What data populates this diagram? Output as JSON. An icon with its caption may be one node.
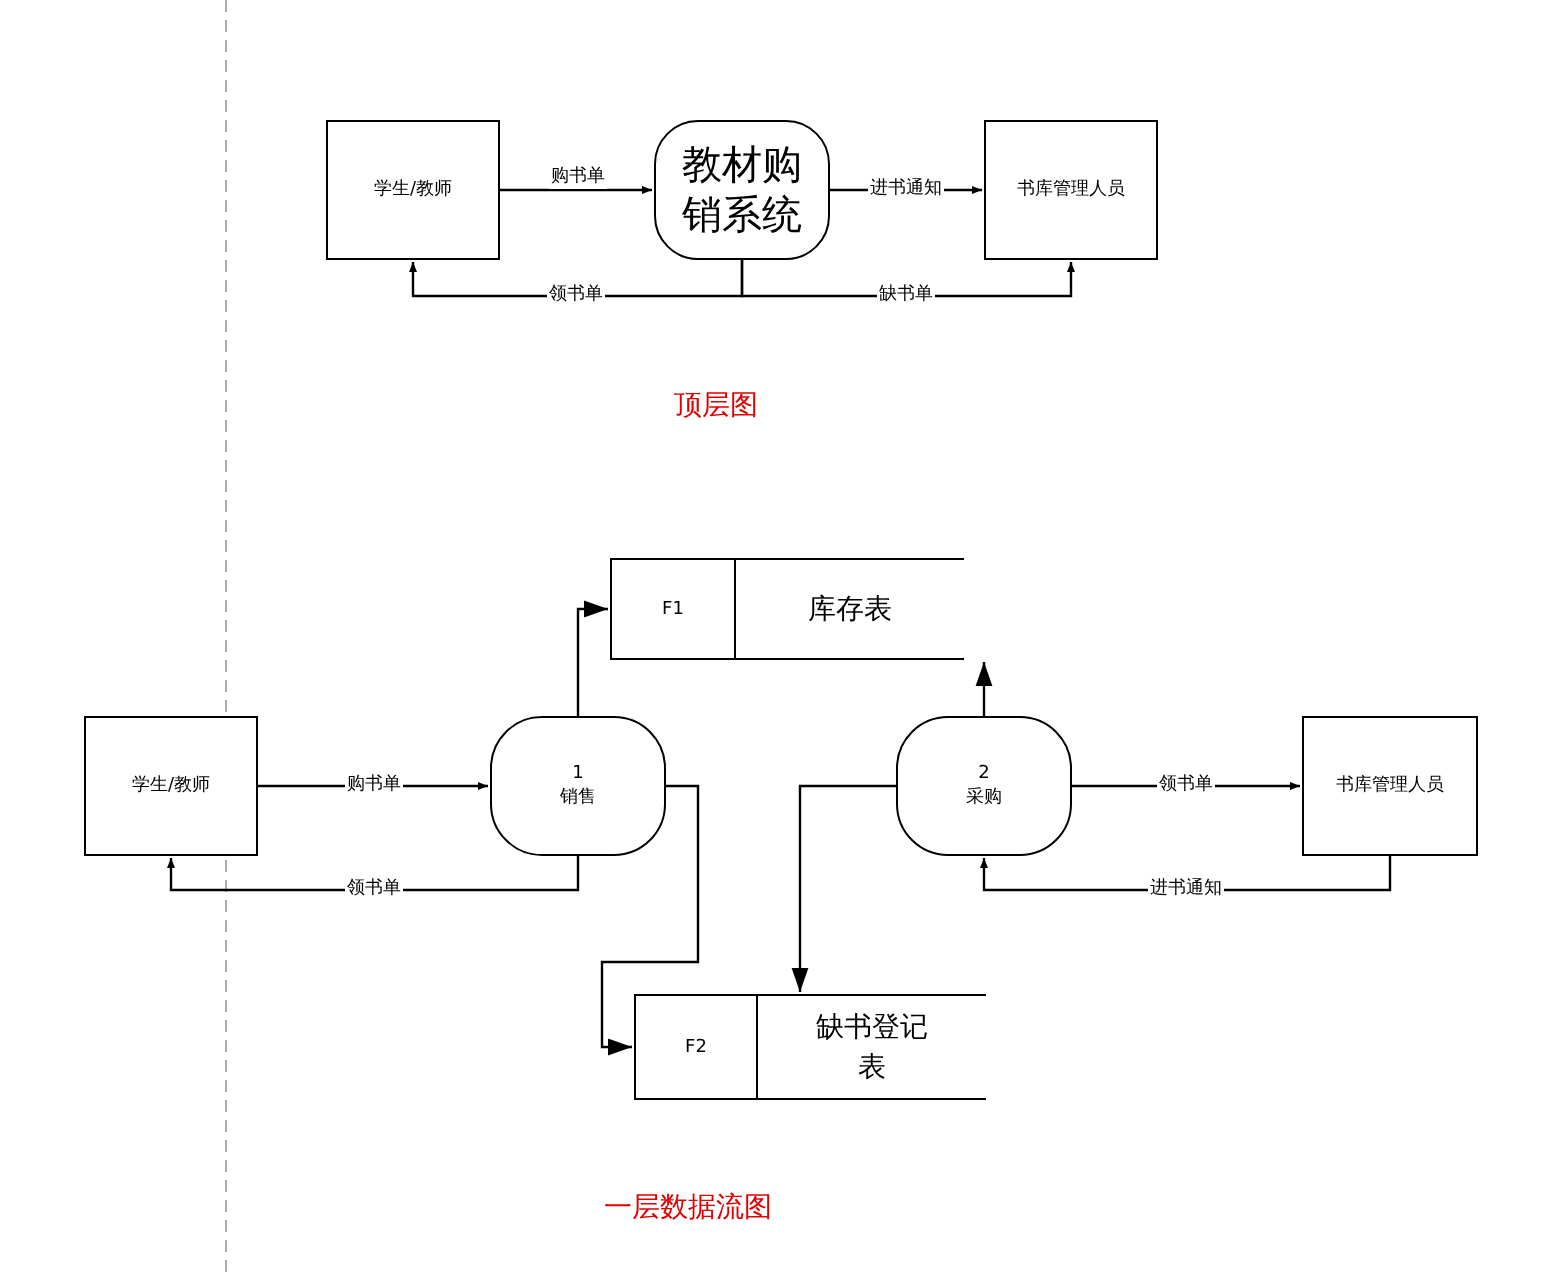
{
  "diagram": {
    "nodes": [
      {
        "text": [
          "学生/教师"
        ]
      },
      {
        "text": [
          "教材购销系统"
        ]
      },
      {
        "text": [
          "书库管理人员"
        ]
      },
      {
        "text": [
          "学生/教师"
        ]
      },
      {
        "text": [
          "1",
          "销售"
        ]
      },
      {
        "text": [
          "F1",
          "库存表"
        ]
      },
      {
        "text": [
          "2",
          "采购"
        ]
      },
      {
        "text": [
          "书库管理人员"
        ]
      },
      {
        "text": [
          "F2",
          "缺书登记表"
        ]
      }
    ],
    "edges": [
      {
        "from": 0,
        "to": 1,
        "arrow": "to",
        "label": "购书单"
      },
      {
        "from": 1,
        "to": 2,
        "arrow": "to",
        "label": "进书通知"
      },
      {
        "from": 1,
        "to": 0,
        "arrow": "to",
        "label": "领书单"
      },
      {
        "from": 1,
        "to": 2,
        "arrow": "to",
        "label": "缺书单"
      },
      {
        "from": 3,
        "to": 4,
        "arrow": "to",
        "label": "购书单"
      },
      {
        "from": 4,
        "to": 3,
        "arrow": "to",
        "label": "领书单"
      },
      {
        "from": 4,
        "to": 5,
        "arrow": "to"
      },
      {
        "from": 6,
        "to": 5,
        "arrow": "to"
      },
      {
        "from": 6,
        "to": 7,
        "arrow": "to",
        "label": "领书单"
      },
      {
        "from": 7,
        "to": 6,
        "arrow": "to",
        "label": "进书通知"
      },
      {
        "from": 4,
        "to": 8,
        "arrow": "to"
      },
      {
        "from": 6,
        "to": 8,
        "arrow": "to"
      }
    ],
    "labels": [
      "顶层图",
      "一层数据流图"
    ]
  }
}
